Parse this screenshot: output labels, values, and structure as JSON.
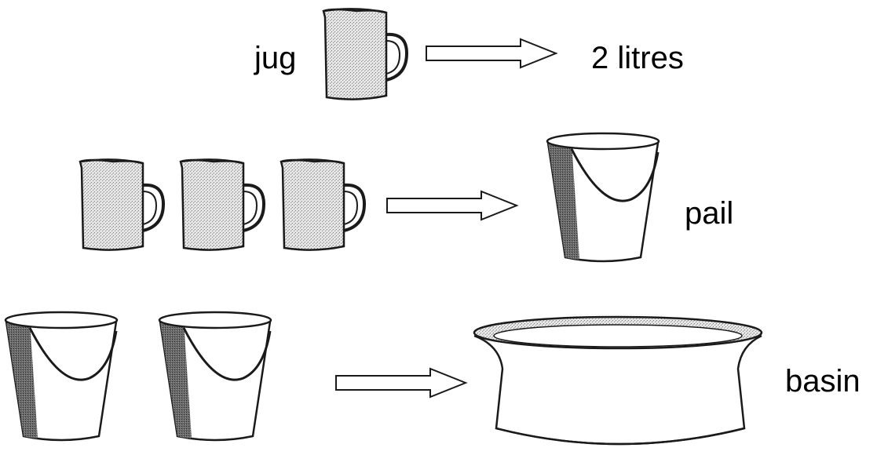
{
  "labels": {
    "jug": "jug",
    "jug_capacity": "2 litres",
    "pail": "pail",
    "basin": "basin"
  },
  "rows": [
    {
      "from": "jug",
      "from_count": 1,
      "to": "capacity"
    },
    {
      "from": "jug",
      "from_count": 3,
      "to": "pail"
    },
    {
      "from": "pail",
      "from_count": 2,
      "to": "basin"
    }
  ],
  "colors": {
    "outline": "#1a1a1a",
    "fill": "#ffffff",
    "shade": "#9a9a9a",
    "dark_shade": "#555555"
  }
}
